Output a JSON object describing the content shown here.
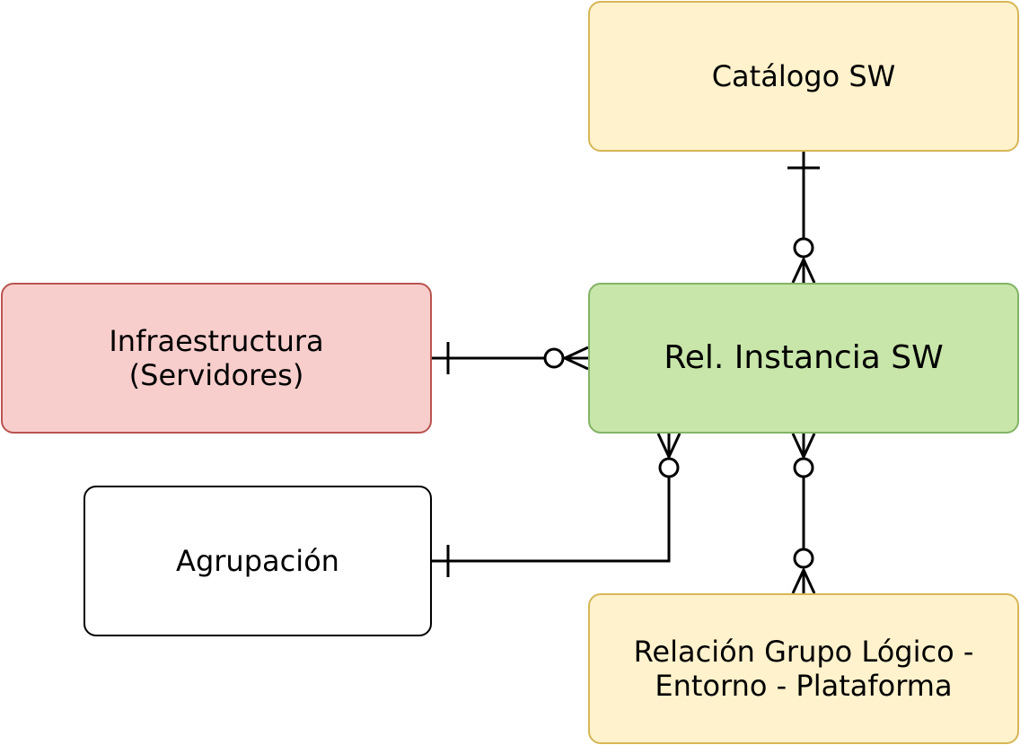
{
  "diagram": {
    "entities": [
      {
        "id": "catalogo",
        "label": "Catálogo SW",
        "fill": "#fff2cc",
        "border": "#d6b656"
      },
      {
        "id": "instancia",
        "label": "Rel. Instancia SW",
        "fill": "#c8e6a9",
        "border": "#82b366"
      },
      {
        "id": "infra",
        "label": "Infraestructura\n(Servidores)",
        "fill": "#f8cecc",
        "border": "#b85450"
      },
      {
        "id": "agrupacion",
        "label": "Agrupación",
        "fill": "#ffffff",
        "border": "#000000"
      },
      {
        "id": "relacion",
        "label": "Relación Grupo Lógico -\nEntorno - Plataforma",
        "fill": "#fff2cc",
        "border": "#d6b656"
      }
    ],
    "relationships": [
      {
        "from": "catalogo",
        "from_card": "one",
        "to": "instancia",
        "to_card": "zero-or-many"
      },
      {
        "from": "infra",
        "from_card": "one",
        "to": "instancia",
        "to_card": "zero-or-many"
      },
      {
        "from": "agrupacion",
        "from_card": "one",
        "to": "instancia",
        "to_card": "zero-or-many"
      },
      {
        "from": "instancia",
        "from_card": "zero-or-many",
        "to": "relacion",
        "to_card": "zero-or-many"
      }
    ]
  }
}
